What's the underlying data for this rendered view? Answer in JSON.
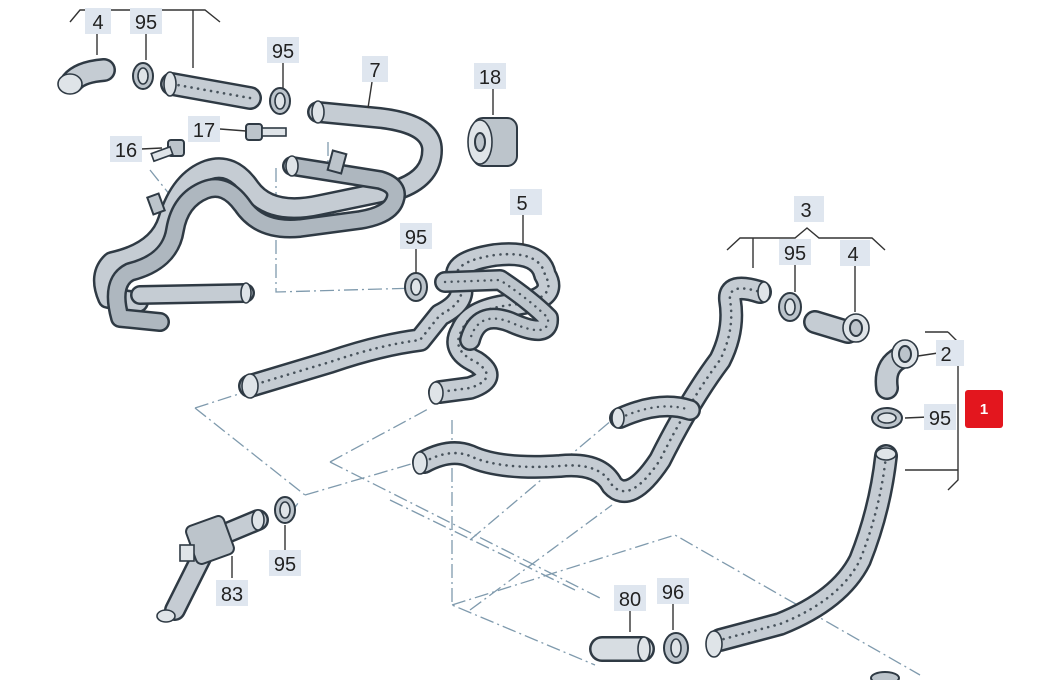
{
  "labels": {
    "l_4a": "4",
    "l_95a": "95",
    "l_95b": "95",
    "l_7": "7",
    "l_18": "18",
    "l_17": "17",
    "l_16": "16",
    "l_5": "5",
    "l_95c": "95",
    "l_3": "3",
    "l_95d": "95",
    "l_4b": "4",
    "l_2": "2",
    "l_95e": "95",
    "l_95f": "95",
    "l_83": "83",
    "l_80": "80",
    "l_96": "96"
  },
  "marker": "1",
  "colors": {
    "hose_fill": "#c5ccd3",
    "marker": "#e3161e",
    "label_bg": "#dfe6ef"
  }
}
